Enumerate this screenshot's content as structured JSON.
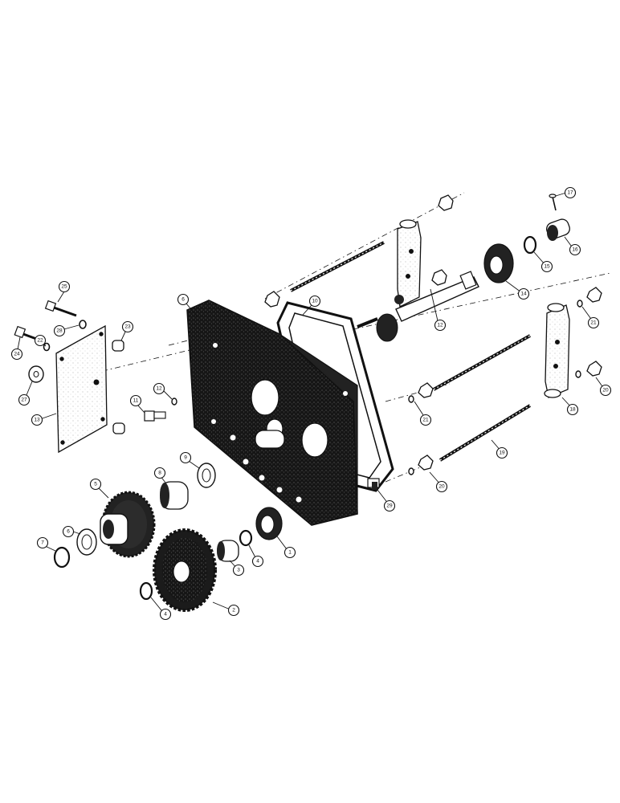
{
  "diagram": {
    "callouts": [
      {
        "id": "c-cover-plate",
        "label": "6"
      },
      {
        "id": "c-gasket",
        "label": "10"
      },
      {
        "id": "c-plate-small",
        "label": "13"
      },
      {
        "id": "c-bolt-25",
        "label": "25"
      },
      {
        "id": "c-washer-28",
        "label": "28"
      },
      {
        "id": "c-dowel-23",
        "label": "23"
      },
      {
        "id": "c-bolt-24",
        "label": "24"
      },
      {
        "id": "c-washer-22",
        "label": "22"
      },
      {
        "id": "c-washer-27",
        "label": "27"
      },
      {
        "id": "c-bolt-11",
        "label": "11"
      },
      {
        "id": "c-washer-12",
        "label": "12"
      },
      {
        "id": "c-shaft-12",
        "label": "12"
      },
      {
        "id": "c-bearing-14",
        "label": "14"
      },
      {
        "id": "c-ring-15",
        "label": "15"
      },
      {
        "id": "c-coupling-16",
        "label": "16"
      },
      {
        "id": "c-screw-17",
        "label": "17"
      },
      {
        "id": "c-washer-21a",
        "label": "21"
      },
      {
        "id": "c-washer-21b",
        "label": "21"
      },
      {
        "id": "c-strap-18",
        "label": "18"
      },
      {
        "id": "c-nut-20",
        "label": "20"
      },
      {
        "id": "c-stud-19",
        "label": "19"
      },
      {
        "id": "c-nut-20b",
        "label": "20"
      },
      {
        "id": "c-plug-29",
        "label": "29"
      },
      {
        "id": "c-gear-5",
        "label": "5"
      },
      {
        "id": "c-bushing-8",
        "label": "8"
      },
      {
        "id": "c-washer-9",
        "label": "9"
      },
      {
        "id": "c-washer-6",
        "label": "6"
      },
      {
        "id": "c-ring-7",
        "label": "7"
      },
      {
        "id": "c-gear-2",
        "label": "2"
      },
      {
        "id": "c-ring-4a",
        "label": "4"
      },
      {
        "id": "c-bushing-3",
        "label": "3"
      },
      {
        "id": "c-ring-4b",
        "label": "4"
      },
      {
        "id": "c-bearing-1",
        "label": "1"
      }
    ]
  }
}
